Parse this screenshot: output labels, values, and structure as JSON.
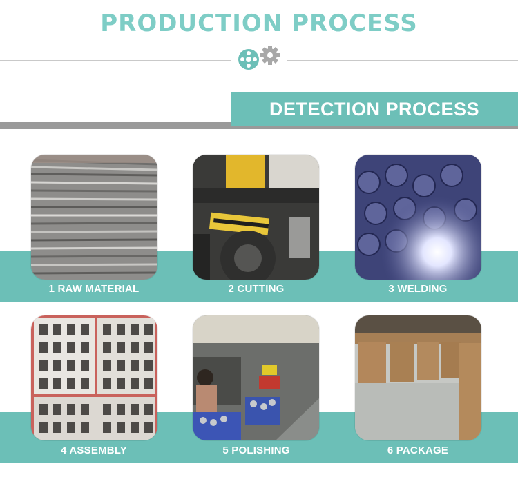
{
  "header": {
    "title": "PRODUCTION PROCESS"
  },
  "divider": {
    "icon": "gears-icon"
  },
  "section": {
    "title": "DETECTION PROCESS"
  },
  "colors": {
    "accent": "#6cbfb7",
    "title": "#7ecdc6",
    "band": "#9a9a9a"
  },
  "steps": [
    {
      "label": "1 RAW MATERIAL",
      "image": "steel-tubes-photo"
    },
    {
      "label": "2 CUTTING",
      "image": "cutting-machine-photo"
    },
    {
      "label": "3 WELDING",
      "image": "welding-photo"
    },
    {
      "label": "4 ASSEMBLY",
      "image": "assembly-trays-photo"
    },
    {
      "label": "5 POLISHING",
      "image": "polishing-workshop-photo"
    },
    {
      "label": "6 PACKAGE",
      "image": "packaged-cartons-photo"
    }
  ]
}
